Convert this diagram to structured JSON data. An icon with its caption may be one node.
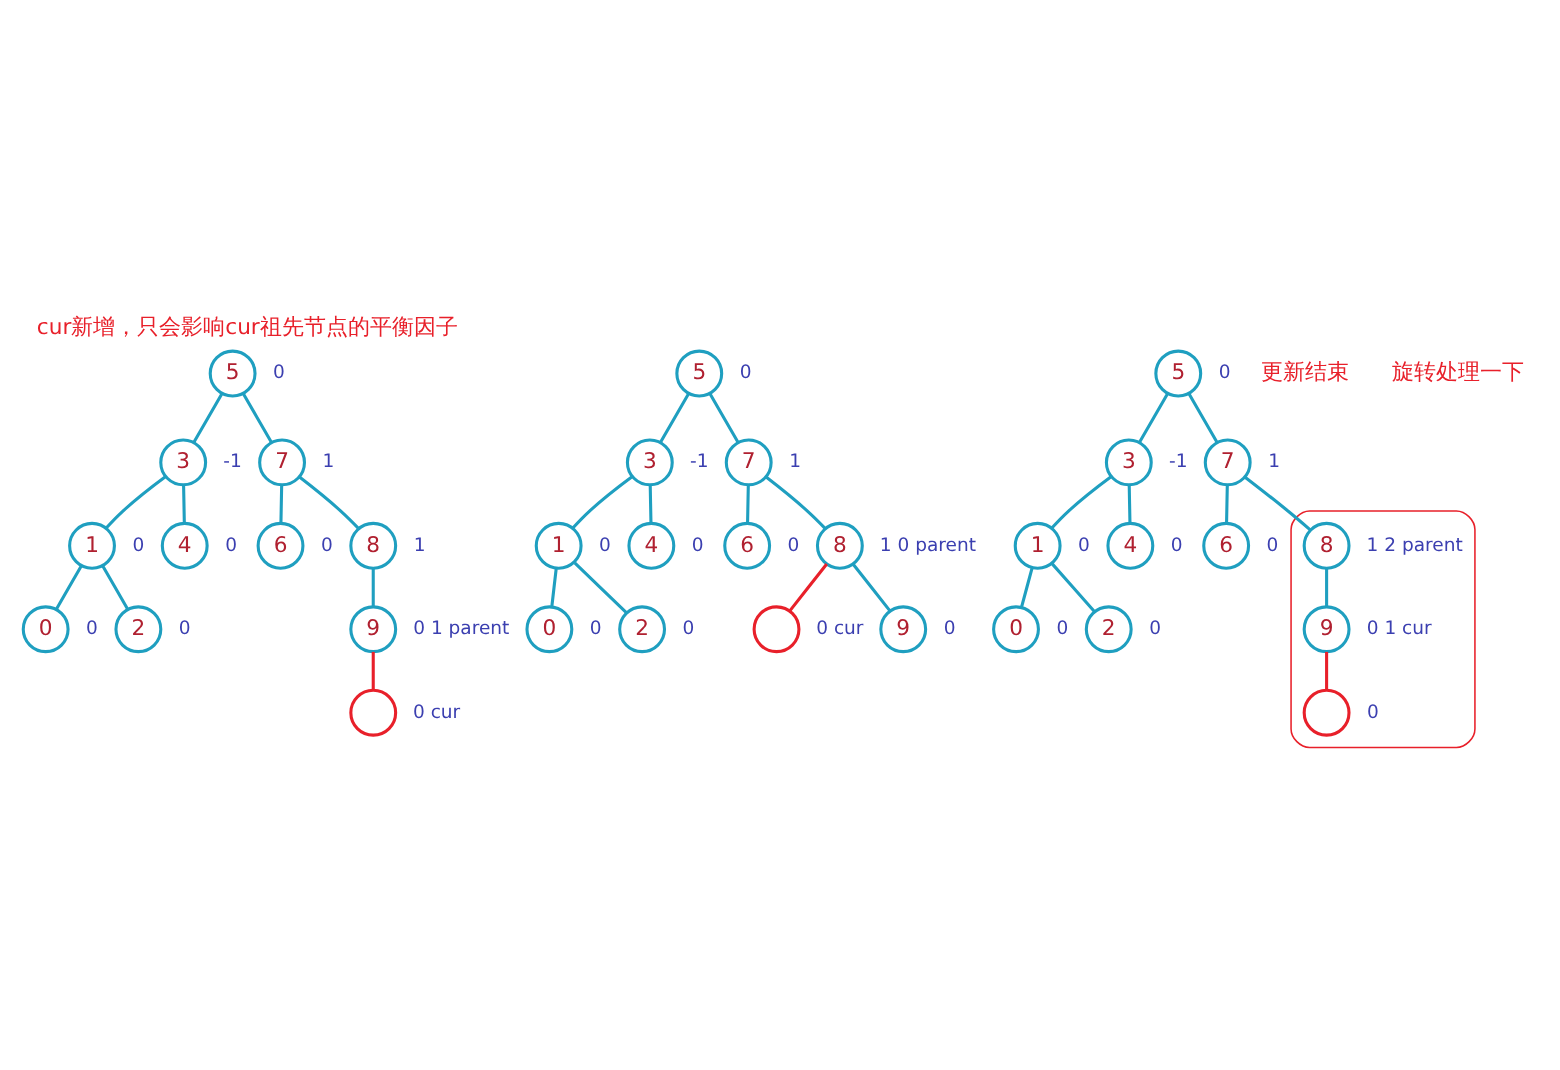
{
  "diagram": {
    "title": "cur新增，只会影响cur祖先节点的平衡因子",
    "nodes": [
      {
        "text": [
          "5"
        ],
        "beside": [
          "0"
        ]
      },
      {
        "text": [
          "3"
        ],
        "beside": [
          "-1"
        ]
      },
      {
        "text": [
          "7"
        ],
        "beside": [
          "1"
        ]
      },
      {
        "text": [
          "1"
        ],
        "beside": [
          "0"
        ]
      },
      {
        "text": [
          "4"
        ],
        "beside": [
          "0"
        ]
      },
      {
        "text": [
          "6"
        ],
        "beside": [
          "0"
        ]
      },
      {
        "text": [
          "8"
        ],
        "beside": [
          "1"
        ]
      },
      {
        "text": [
          "0"
        ],
        "beside": [
          "0"
        ]
      },
      {
        "text": [
          "2"
        ],
        "beside": [
          "0"
        ]
      },
      {
        "text": [
          "9"
        ],
        "beside": [
          "0",
          "1",
          "parent"
        ]
      },
      {
        "text": [],
        "shape": "circle",
        "beside": [
          "0",
          "cur"
        ]
      },
      {
        "text": [
          "5"
        ],
        "beside": [
          "0"
        ]
      },
      {
        "text": [
          "3"
        ],
        "beside": [
          "-1"
        ]
      },
      {
        "text": [
          "7"
        ],
        "beside": [
          "1"
        ]
      },
      {
        "text": [
          "1"
        ],
        "beside": [
          "0"
        ]
      },
      {
        "text": [
          "4"
        ],
        "beside": [
          "0"
        ]
      },
      {
        "text": [
          "6"
        ],
        "beside": [
          "0"
        ]
      },
      {
        "text": [
          "8"
        ],
        "beside": [
          "1",
          "0",
          "parent"
        ]
      },
      {
        "text": [
          "0"
        ],
        "beside": [
          "0"
        ]
      },
      {
        "text": [
          "2"
        ],
        "beside": [
          "0"
        ]
      },
      {
        "text": [],
        "shape": "circle",
        "beside": [
          "0",
          "cur"
        ]
      },
      {
        "text": [
          "9"
        ],
        "beside": [
          "0"
        ]
      },
      {
        "text": [
          "5"
        ],
        "beside": [
          "0"
        ]
      },
      {
        "text": [
          "3"
        ],
        "beside": [
          "-1"
        ]
      },
      {
        "text": [
          "7"
        ],
        "beside": [
          "1"
        ]
      },
      {
        "text": [
          "1"
        ],
        "beside": [
          "0"
        ]
      },
      {
        "text": [
          "4"
        ],
        "beside": [
          "0"
        ]
      },
      {
        "text": [
          "6"
        ],
        "beside": [
          "0"
        ]
      },
      {
        "text": [],
        "shape": "cloud"
      },
      {
        "text": [
          "8"
        ],
        "beside": [
          "1",
          "2",
          "parent"
        ],
        "in": 28
      },
      {
        "text": [
          "0"
        ],
        "beside": [
          "0"
        ]
      },
      {
        "text": [
          "2"
        ],
        "beside": [
          "0"
        ]
      },
      {
        "text": [
          "9"
        ],
        "beside": [
          "0",
          "1",
          "cur"
        ],
        "in": 28
      },
      {
        "text": [],
        "shape": "circle",
        "beside": [
          "0"
        ],
        "in": 28
      }
    ],
    "edges": [
      {
        "from": 0,
        "to": 1,
        "arrow": "none"
      },
      {
        "from": 0,
        "to": 2,
        "arrow": "none"
      },
      {
        "from": 1,
        "to": 3,
        "arrow": "none"
      },
      {
        "from": 1,
        "to": 4,
        "arrow": "none"
      },
      {
        "from": 2,
        "to": 5,
        "arrow": "none"
      },
      {
        "from": 2,
        "to": 6,
        "arrow": "none"
      },
      {
        "from": 3,
        "to": 7,
        "arrow": "none"
      },
      {
        "from": 3,
        "to": 8,
        "arrow": "none"
      },
      {
        "from": 6,
        "to": 9,
        "arrow": "none"
      },
      {
        "from": 9,
        "to": 10,
        "arrow": "none",
        "color": "#e8202a"
      },
      {
        "from": 11,
        "to": 12,
        "arrow": "none"
      },
      {
        "from": 11,
        "to": 13,
        "arrow": "none"
      },
      {
        "from": 12,
        "to": 14,
        "arrow": "none"
      },
      {
        "from": 12,
        "to": 15,
        "arrow": "none"
      },
      {
        "from": 13,
        "to": 16,
        "arrow": "none"
      },
      {
        "from": 13,
        "to": 17,
        "arrow": "none"
      },
      {
        "from": 14,
        "to": 18,
        "arrow": "none"
      },
      {
        "from": 14,
        "to": 19,
        "arrow": "none"
      },
      {
        "from": 17,
        "to": 20,
        "arrow": "none",
        "color": "#e8202a"
      },
      {
        "from": 17,
        "to": 21,
        "arrow": "none"
      },
      {
        "from": 22,
        "to": 23,
        "arrow": "none"
      },
      {
        "from": 22,
        "to": 24,
        "arrow": "none"
      },
      {
        "from": 23,
        "to": 25,
        "arrow": "none"
      },
      {
        "from": 23,
        "to": 26,
        "arrow": "none"
      },
      {
        "from": 24,
        "to": 27,
        "arrow": "none"
      },
      {
        "from": 24,
        "to": 29,
        "arrow": "none"
      },
      {
        "from": 25,
        "to": 30,
        "arrow": "none"
      },
      {
        "from": 25,
        "to": 31,
        "arrow": "none"
      },
      {
        "from": 29,
        "to": 32,
        "arrow": "none"
      },
      {
        "from": 32,
        "to": 33,
        "arrow": "none",
        "color": "#e8202a"
      }
    ],
    "labels": [
      "更新结束",
      "旋转处理一下"
    ]
  }
}
